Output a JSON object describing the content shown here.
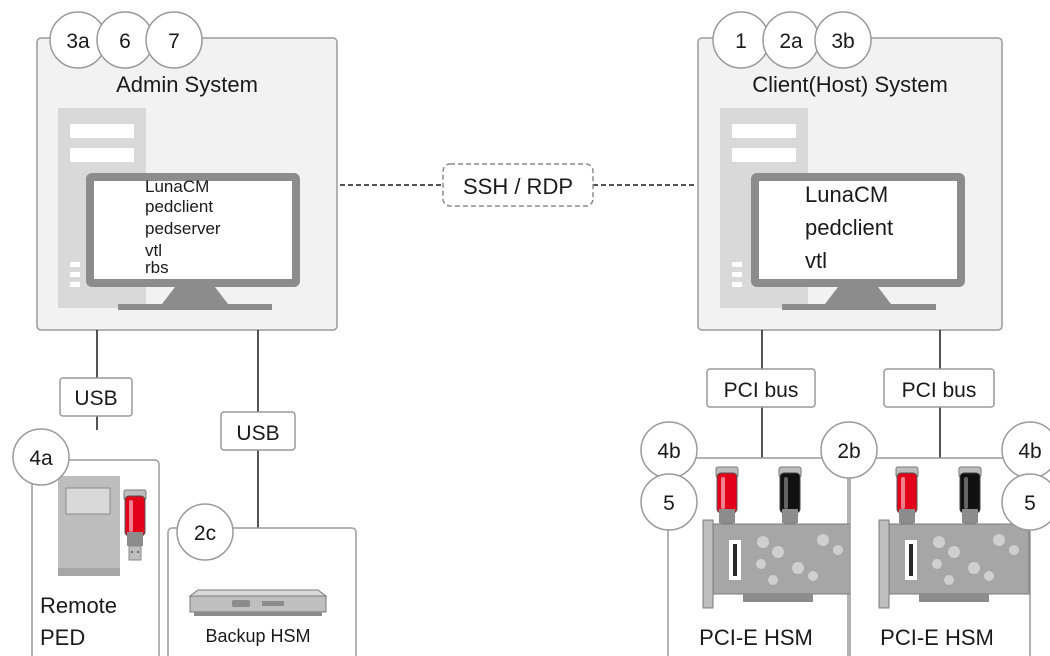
{
  "colors": {
    "panel_fill": "#f2f2f2",
    "panel_stroke": "#9a9a9a",
    "tower_fill": "#d9d9d9",
    "monitor_frame": "#8c8c8c",
    "hsm_card": "#a6a6a6",
    "token_red": "#e3001b",
    "token_black": "#111111",
    "line": "#1a1a1a"
  },
  "admin": {
    "title": "Admin System",
    "badges": [
      "3a",
      "6",
      "7"
    ],
    "software": [
      "LunaCM",
      "pedclient",
      "pedserver",
      "vtl",
      "rbs"
    ]
  },
  "client": {
    "title": "Client(Host) System",
    "badges": [
      "1",
      "2a",
      "3b"
    ],
    "software": [
      "LunaCM",
      "pedclient",
      "vtl"
    ]
  },
  "connection": {
    "label": "SSH / RDP"
  },
  "links": {
    "ped_usb": "USB",
    "backup_usb": "USB",
    "pci_bus_left": "PCI bus",
    "pci_bus_right": "PCI bus"
  },
  "remote_ped": {
    "badge": "4a",
    "label_line1": "Remote",
    "label_line2": "PED"
  },
  "backup_hsm": {
    "badge": "2c",
    "label": "Backup HSM"
  },
  "pcie_hsm_left": {
    "badges": [
      "4b",
      "5"
    ],
    "label": "PCI-E HSM"
  },
  "pcie_hsm_right": {
    "badges": [
      "2b",
      "4b",
      "5"
    ],
    "label": "PCI-E HSM"
  }
}
